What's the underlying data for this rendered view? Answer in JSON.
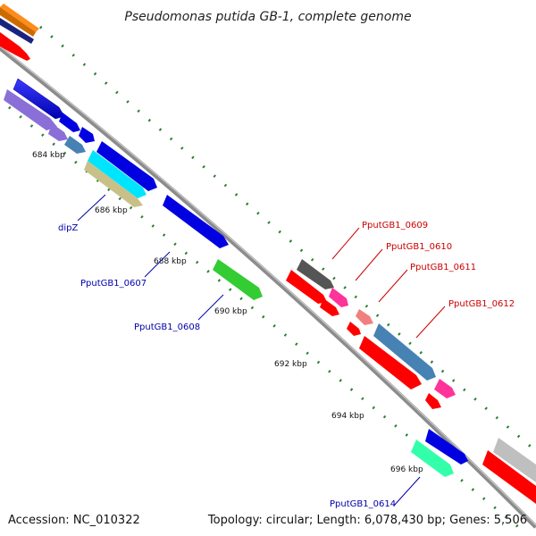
{
  "title": "Pseudomonas putida GB-1, complete genome",
  "accession": "Accession: NC_010322",
  "topology": "Topology: circular; Length: 6,078,430 bp; Genes: 5,506",
  "kbp_ticks": [
    "684 kbp",
    "686 kbp",
    "688 kbp",
    "690 kbp",
    "692 kbp",
    "694 kbp",
    "696 kbp"
  ],
  "gene_labels": {
    "dipZ": "dipZ",
    "g0607": "PputGB1_0607",
    "g0608": "PputGB1_0608",
    "g0609": "PputGB1_0609",
    "g0610": "PputGB1_0610",
    "g0611": "PputGB1_0611",
    "g0612": "PputGB1_0612",
    "g0614": "PputGB1_0614"
  },
  "colors": {
    "backbone": "#8c8c8c",
    "forward_label": "#0000aa",
    "reverse_label": "#cc0000",
    "tick_green": "#2e7d32"
  }
}
